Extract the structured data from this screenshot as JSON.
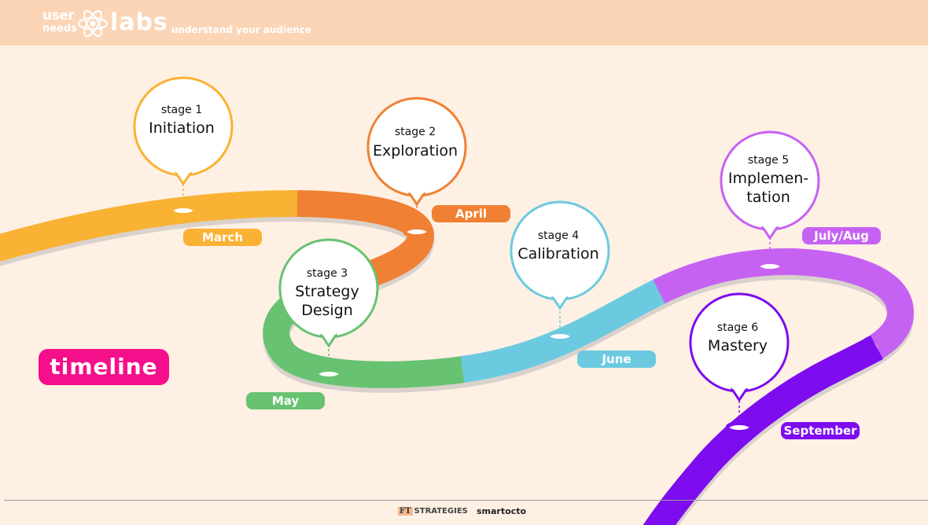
{
  "brand": {
    "word_user": "user",
    "word_needs": "needs",
    "word_labs": "labs",
    "tagline": "understand your audience"
  },
  "badge": "timeline",
  "stages": [
    {
      "stage": "stage 1",
      "name_lines": [
        "Initiation"
      ],
      "month": "March",
      "color": "#f9b233"
    },
    {
      "stage": "stage 2",
      "name_lines": [
        "Exploration"
      ],
      "month": "April",
      "color": "#f08033"
    },
    {
      "stage": "stage 3",
      "name_lines": [
        "Strategy",
        "Design"
      ],
      "month": "May",
      "color": "#67c372"
    },
    {
      "stage": "stage 4",
      "name_lines": [
        "Calibration"
      ],
      "month": "June",
      "color": "#6ccae0"
    },
    {
      "stage": "stage 5",
      "name_lines": [
        "Implemen-",
        "tation"
      ],
      "month": "July/Aug",
      "color": "#c662f2"
    },
    {
      "stage": "stage 6",
      "name_lines": [
        "Mastery"
      ],
      "month": "September",
      "color": "#7d0cef"
    }
  ],
  "footer": {
    "ft_mark": "FT",
    "ft_text": "STRATEGIES",
    "smart_text": "smartocto"
  }
}
